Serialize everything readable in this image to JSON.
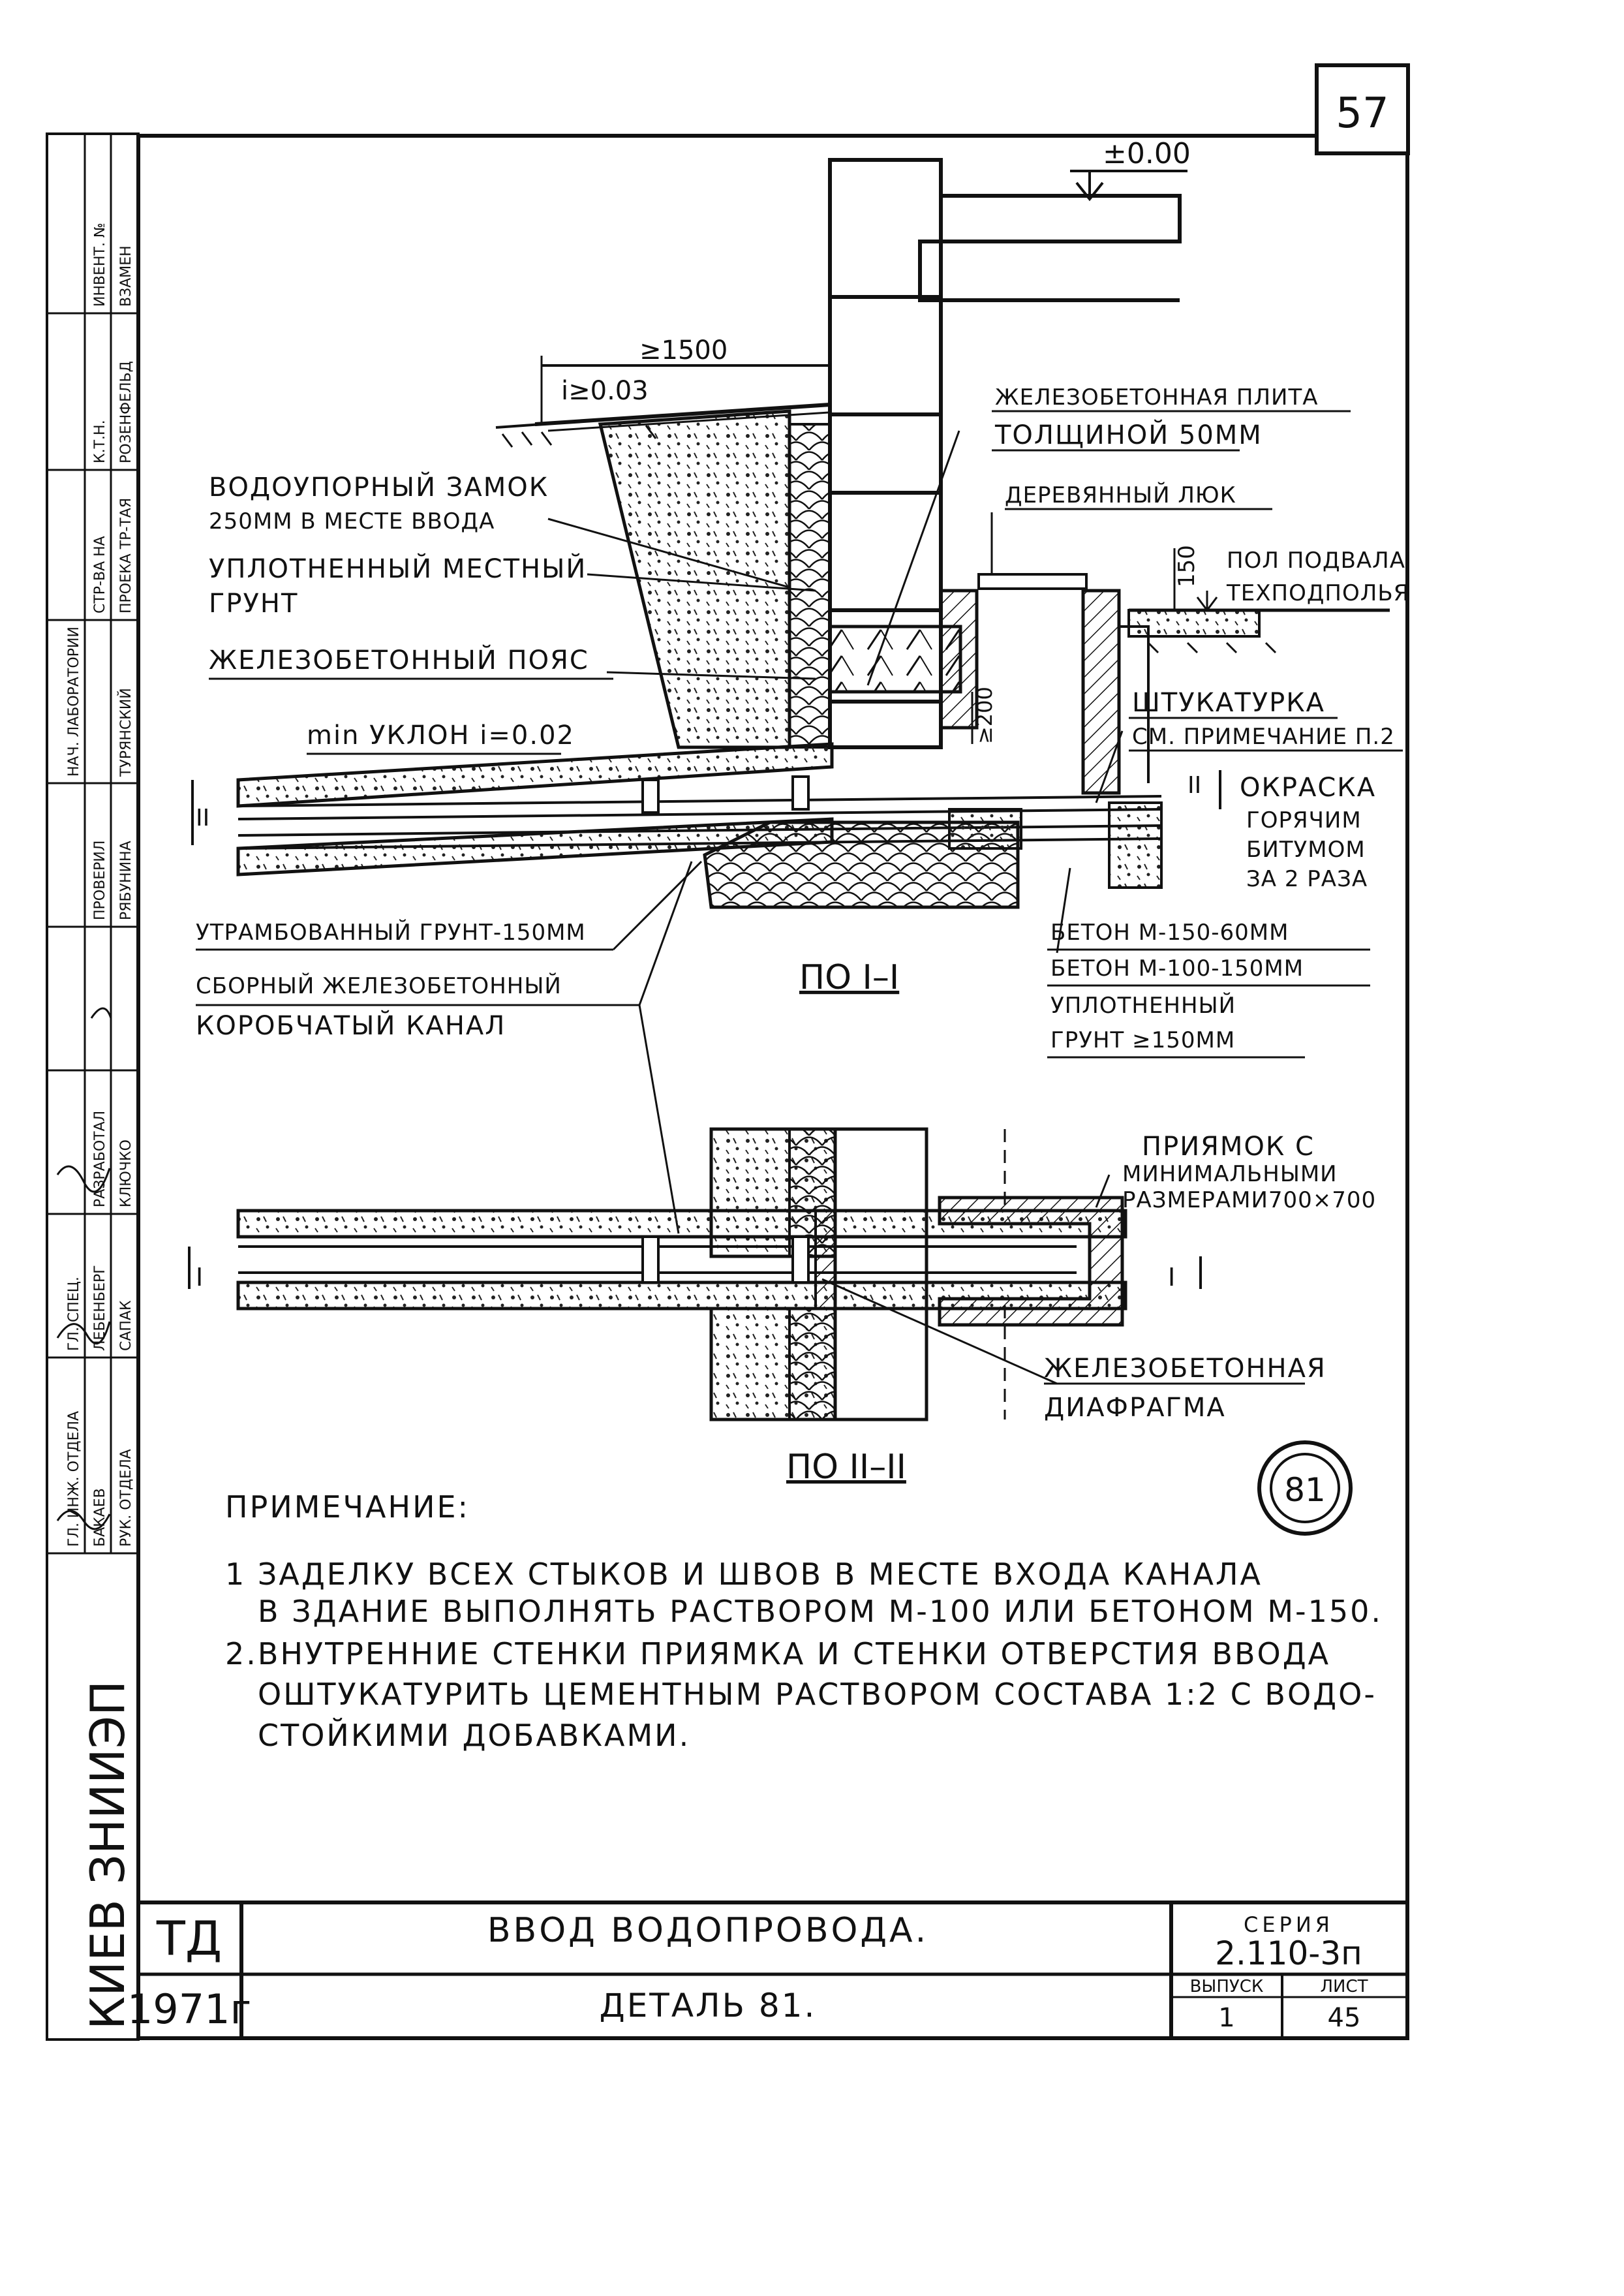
{
  "sheet": {
    "page_number": "57",
    "detail_mark": "81"
  },
  "side_stamp": {
    "city": "КИЕВ ЗНИИЭП",
    "rows": [
      {
        "role": "ГЛ. ИНЖ. ОТДЕЛА",
        "name": "БАКАЕВ"
      },
      {
        "role": "РУК. ОТДЕЛА",
        "name": "ЛЕБЕНБЕРГ"
      },
      {
        "role": "ГЛ. СПЕЦ.",
        "name": "САПАК"
      },
      {
        "role": "РАЗРАБОТАЛ",
        "name": "КЛЮЧКО"
      },
      {
        "role": "ПРОВЕРИЛ",
        "name": "РЯБУНИНА"
      },
      {
        "role": "НАЧ. ЛАБОРАТОРИИ",
        "name": "ТУРЯНСКИЙ"
      },
      {
        "role": "СТР-ВА НА",
        "name": "ПРОЕКА ТР-ТАЯ"
      },
      {
        "role": "К.Т.Н.",
        "name": "РОЗЕНФЕЛЬД"
      },
      {
        "role": "ИНВЕНТ. №",
        "name": "ВЗАМЕН"
      }
    ]
  },
  "drawing": {
    "elevation": "±0.00",
    "dim_1500": "≥1500",
    "slope_top": "i≥0.03",
    "dim_150": "150",
    "dim_200": "≥200",
    "section_mark": "II",
    "section_mark_1": "I",
    "section_1_title": "ПО I–I",
    "section_2_title": "ПО II–II"
  },
  "labels": {
    "vodoupor_1": "ВОДОУПОРНЫЙ ЗАМОК",
    "vodoupor_2": "250ММ В МЕСТЕ ВВОДА",
    "grunt_1": "УПЛОТНЕННЫЙ МЕСТНЫЙ",
    "grunt_2": "ГРУНТ",
    "poyas": "ЖЕЛЕЗОБЕТОННЫЙ ПОЯС",
    "uklon": "min УКЛОН i=0.02",
    "utramb": "УТРАМБОВАННЫЙ ГРУНТ-150ММ",
    "kanal_1": "СБОРНЫЙ ЖЕЛЕЗОБЕТОННЫЙ",
    "kanal_2": "КОРОБЧАТЫЙ КАНАЛ",
    "plita_1": "ЖЕЛЕЗОБЕТОННАЯ ПЛИТА",
    "plita_2": "ТОЛЩИНОЙ 50ММ",
    "luk": "ДЕРЕВЯННЫЙ ЛЮК",
    "pol_1": "ПОЛ ПОДВАЛА",
    "pol_2": "ТЕХПОДПОЛЬЯ",
    "shtuk_1": "ШТУКАТУРКА",
    "shtuk_2": "СМ. ПРИМЕЧАНИЕ П.2",
    "okraska_1": "ОКРАСКА",
    "okraska_2": "ГОРЯЧИМ",
    "okraska_3": "БИТУМОМ",
    "okraska_4": "ЗА 2 РАЗА",
    "beton_1": "БЕТОН М-150-60ММ",
    "beton_2": "БЕТОН М-100-150ММ",
    "beton_3": "УПЛОТНЕННЫЙ",
    "beton_4": "ГРУНТ ≥150ММ",
    "priyamok_1": "ПРИЯМОК С",
    "priyamok_2": "МИНИМАЛЬНЫМИ",
    "priyamok_3": "РАЗМЕРАМИ700×700",
    "diafragma_1": "ЖЕЛЕЗОБЕТОННАЯ",
    "diafragma_2": "ДИАФРАГМА"
  },
  "notes": {
    "heading": "ПРИМЕЧАНИЕ:",
    "n1_a": "1 ЗАДЕЛКУ ВСЕХ СТЫКОВ И ШВОВ В МЕСТЕ ВХОДА КАНАЛА",
    "n1_b": "В ЗДАНИЕ ВЫПОЛНЯТЬ РАСТВОРОМ М-100 ИЛИ БЕТОНОМ М-150.",
    "n2_a": "2.ВНУТРЕННИЕ СТЕНКИ ПРИЯМКА И СТЕНКИ ОТВЕРСТИЯ ВВОДА",
    "n2_b": "ОШТУКАТУРИТЬ ЦЕМЕНТНЫМ РАСТВОРОМ СОСТАВА 1:2 С ВОДО-",
    "n2_c": "СТОЙКИМИ ДОБАВКАМИ."
  },
  "title_block": {
    "org": "ТД",
    "year": "1971г",
    "title": "ВВОД ВОДОПРОВОДА.",
    "subtitle": "ДЕТАЛЬ 81.",
    "series_label": "СЕРИЯ",
    "series": "2.110-3п",
    "issue_label": "ВЫПУСК",
    "issue": "1",
    "sheet_label": "ЛИСТ",
    "sheet": "45"
  }
}
